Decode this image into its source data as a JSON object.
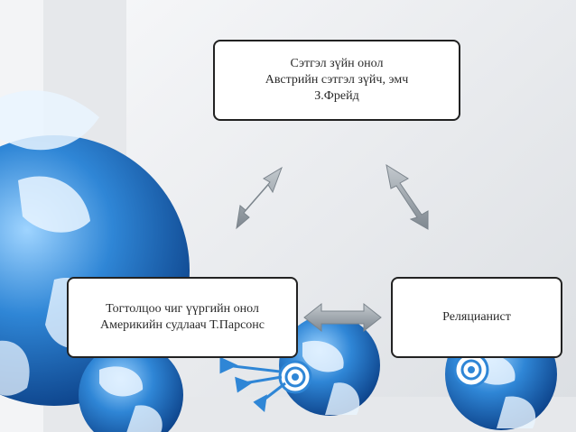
{
  "slide": {
    "top_box": {
      "line1": "Сэтгэл зүйн онол",
      "line2": "Австрийн сэтгэл зүйч, эмч",
      "line3": "З.Фрейд"
    },
    "left_box": {
      "line1": "Тогтолцоо чиг үүргийн онол",
      "line2": "Америкийн судлаач Т.Парсонс"
    },
    "right_box": {
      "line1": "Реляцианист"
    }
  },
  "colors": {
    "background": "#e9ebee",
    "globe_blue": "#2f86d6",
    "arrow_gray": "#9aa3aa",
    "box_border": "#222222"
  }
}
